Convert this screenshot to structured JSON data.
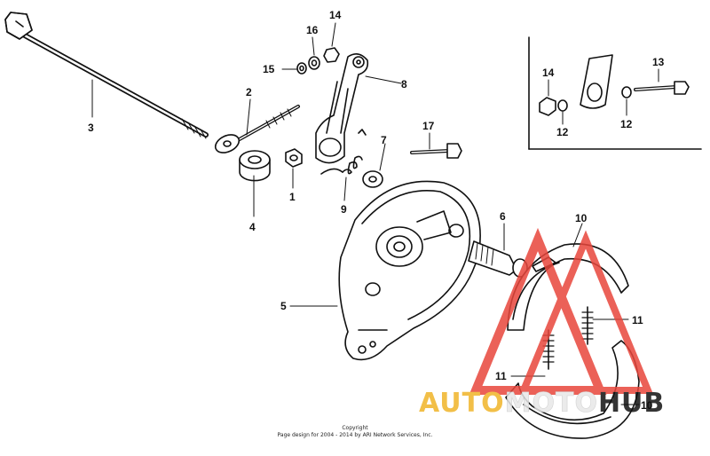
{
  "labels": {
    "l1": "1",
    "l2": "2",
    "l3": "3",
    "l4": "4",
    "l5": "5",
    "l6": "6",
    "l7": "7",
    "l8": "8",
    "l9": "9",
    "l10a": "10",
    "l10b": "10",
    "l11a": "11",
    "l11b": "11",
    "l12a": "12",
    "l12b": "12",
    "l13": "13",
    "l14a": "14",
    "l14b": "14",
    "l15": "15",
    "l16": "16",
    "l17": "17"
  },
  "watermark": {
    "part1": "AUTO",
    "part2": "MOTO",
    "part3": "HUB",
    "color1": "#f0b429",
    "color2": "#e8e8e8",
    "color3": "#111111",
    "triangle_color": "#e8463c"
  },
  "copyright": {
    "line1": "Copyright",
    "line2": "Page design for 2004 - 2014 by ARI Network Services, Inc."
  }
}
